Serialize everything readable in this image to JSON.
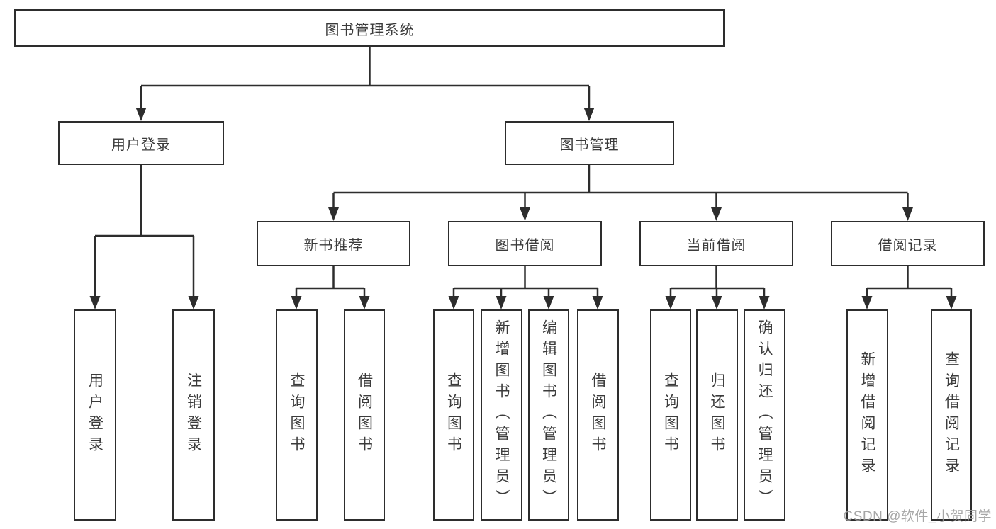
{
  "tree": {
    "label": "图书管理系统",
    "children": [
      {
        "label": "用户登录",
        "children": [
          {
            "label": "用户登录"
          },
          {
            "label": "注销登录"
          }
        ]
      },
      {
        "label": "图书管理",
        "children": [
          {
            "label": "新书推荐",
            "children": [
              {
                "label": "查询图书"
              },
              {
                "label": "借阅图书"
              }
            ]
          },
          {
            "label": "图书借阅",
            "children": [
              {
                "label": "查询图书"
              },
              {
                "label": "新增图书（管理员）"
              },
              {
                "label": "编辑图书（管理员）"
              },
              {
                "label": "借阅图书"
              }
            ]
          },
          {
            "label": "当前借阅",
            "children": [
              {
                "label": "查询图书"
              },
              {
                "label": "归还图书"
              },
              {
                "label": "确认归还（管理员）"
              }
            ]
          },
          {
            "label": "借阅记录",
            "children": [
              {
                "label": "新增借阅记录"
              },
              {
                "label": "查询借阅记录"
              }
            ]
          }
        ]
      }
    ]
  },
  "watermark": {
    "text": "CSDN @软件_小贺同学"
  },
  "colors": {
    "line": "#2d2d2d",
    "box_border": "#2d2d2d",
    "text": "#3b3b3b",
    "background": "#ffffff",
    "watermark": "#9b9b9b"
  }
}
